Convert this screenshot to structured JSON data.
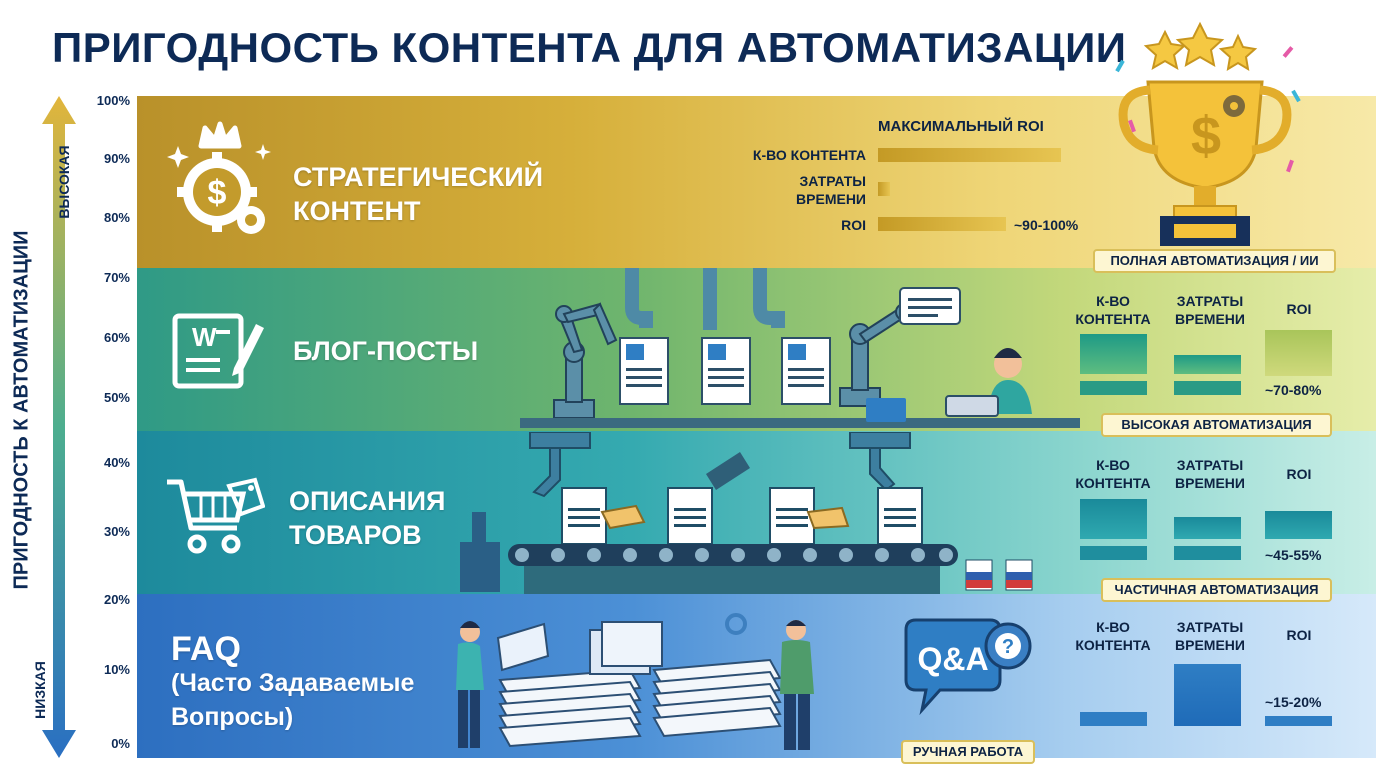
{
  "title": "ПРИГОДНОСТЬ КОНТЕНТА ДЛЯ АВТОМАТИЗАЦИИ",
  "axis": {
    "title": "ПРИГОДНОСТЬ К АВТОМАТИЗАЦИИ",
    "high": "ВЫСОКАЯ",
    "low": "НИЗКАЯ",
    "ticks": [
      "100%",
      "90%",
      "80%",
      "70%",
      "60%",
      "50%",
      "40%",
      "30%",
      "20%",
      "10%",
      "0%"
    ]
  },
  "bands": {
    "strategic": {
      "label_line1": "СТРАТЕГИЧЕСКИЙ",
      "label_line2": "КОНТЕНТ",
      "header": "МАКСИМАЛЬНЫЙ ROI",
      "metric_volume": "К-ВО КОНТЕНТА",
      "metric_time_line1": "ЗАТРАТЫ",
      "metric_time_line2": "ВРЕМЕНИ",
      "metric_roi": "ROI",
      "roi_range": "~90-100%",
      "badge": "ПОЛНАЯ АВТОМАТИЗАЦИЯ / ИИ"
    },
    "blog": {
      "label": "БЛОГ-ПОСТЫ",
      "metric_volume_line1": "К-ВО",
      "metric_volume_line2": "КОНТЕНТА",
      "metric_time_line1": "ЗАТРАТЫ",
      "metric_time_line2": "ВРЕМЕНИ",
      "metric_roi": "ROI",
      "roi_range": "~70-80%",
      "badge": "ВЫСОКАЯ АВТОМАТИЗАЦИЯ"
    },
    "products": {
      "label_line1": "ОПИСАНИЯ",
      "label_line2": "ТОВАРОВ",
      "metric_volume_line1": "К-ВО",
      "metric_volume_line2": "КОНТЕНТА",
      "metric_time_line1": "ЗАТРАТЫ",
      "metric_time_line2": "ВРЕМЕНИ",
      "metric_roi": "ROI",
      "roi_range": "~45-55%",
      "badge": "ЧАСТИЧНАЯ АВТОМАТИЗАЦИЯ"
    },
    "faq": {
      "label_line1": "FAQ",
      "label_line2": "(Часто Задаваемые",
      "label_line3": "Вопросы)",
      "qa_text": "Q&A",
      "metric_volume_line1": "К-ВО",
      "metric_volume_line2": "КОНТЕНТА",
      "metric_time_line1": "ЗАТРАТЫ",
      "metric_time_line2": "ВРЕМЕНИ",
      "metric_roi": "ROI",
      "roi_range": "~15-20%",
      "badge": "РУЧНАЯ РАБОТА"
    }
  },
  "colors": {
    "navy": "#0d2a56",
    "gold": "#d6af3a",
    "green": "#6fb56d",
    "teal": "#35aab0",
    "blue": "#4c90d6"
  },
  "icons": [
    "gear-dollar-crown-icon",
    "trophy-icon",
    "document-pen-icon",
    "shopping-cart-tag-icon",
    "qa-bubble-icon"
  ]
}
